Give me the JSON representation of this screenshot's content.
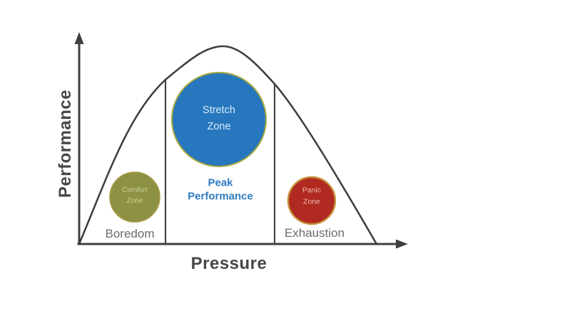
{
  "diagram": {
    "y_axis": {
      "label": "Performance"
    },
    "x_axis": {
      "label": "Pressure"
    },
    "zones": {
      "comfort": {
        "label": "Comfort Zone",
        "fill": "#8C9143",
        "border": "#AD9B4A",
        "text_color": "#CBD295"
      },
      "stretch": {
        "label": "Stretch Zone",
        "fill": "#2677BD",
        "border": "#A4A73E",
        "text_color": "#D9EAF8"
      },
      "panic": {
        "label": "Panic Zone",
        "fill": "#B02A21",
        "border": "#C6913C",
        "text_color": "#E9B9AC"
      }
    },
    "region_labels": {
      "boredom": "Boredom",
      "peak": "Peak Performance",
      "exhaustion": "Exhaustion"
    },
    "colors": {
      "axis": "#3F3F3F",
      "curve": "#3C3C3C",
      "divider": "#454545",
      "axis_label_text": "#474747",
      "region_label_text": "#6A6A6A",
      "peak_label_text": "#2E7CC1",
      "background": "#FFFFFF"
    }
  }
}
